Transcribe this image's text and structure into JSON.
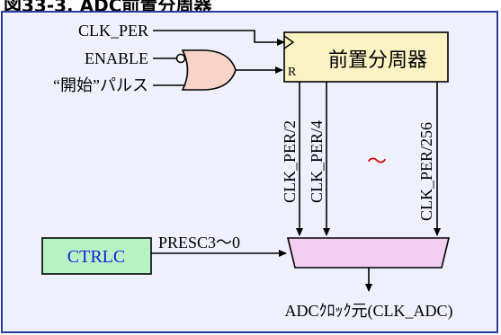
{
  "title": "図33-3. ADC前置分周器",
  "inputs": {
    "clk_per": "CLK_PER",
    "enable": "ENABLE",
    "start_pulse": "“開始”パルス"
  },
  "prescaler": {
    "label": "前置分周器",
    "reset_pin": "R"
  },
  "taps": {
    "div2": "CLK_PER/2",
    "div4": "CLK_PER/4",
    "div256": "CLK_PER/256",
    "ellipsis": "～"
  },
  "ctrlc": {
    "label": "CTRLC",
    "select": "PRESC3～0"
  },
  "output": "ADCｸﾛｯｸ元(CLK_ADC)",
  "colors": {
    "frame_border": "#2b3a9b",
    "frame_fill": "#eef1fd",
    "prescaler_fill": "#fbf2c4",
    "gate_fill": "#f7d2c6",
    "ctrlc_fill": "#b6f3c4",
    "ctrlc_text": "#1a1ad8",
    "mux_fill": "#f2cdf2",
    "ellipsis": "#e00000"
  }
}
